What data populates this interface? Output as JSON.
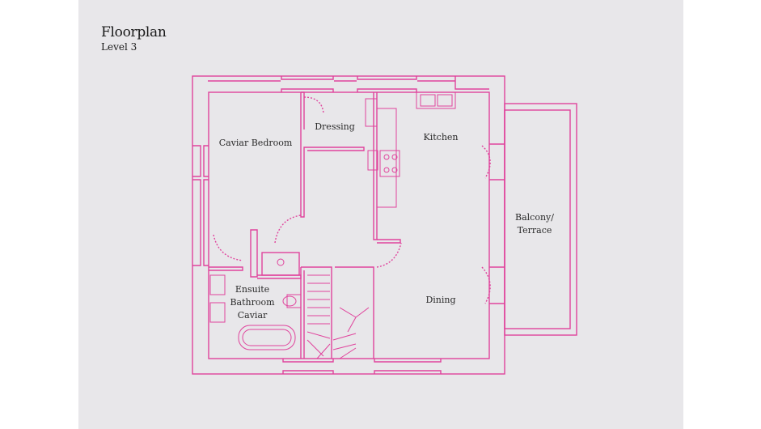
{
  "header": {
    "title": "Floorplan",
    "level": "Level 3"
  },
  "colors": {
    "wall": "#e0439c",
    "fill": "#e8e7ea",
    "panel": "#e8e7ea",
    "text": "#1a1a1a"
  },
  "rooms": {
    "caviar_bedroom": "Caviar Bedroom",
    "dressing": "Dressing",
    "kitchen": "Kitchen",
    "balcony_line1": "Balcony/",
    "balcony_line2": "Terrace",
    "ensuite_line1": "Ensuite",
    "ensuite_line2": "Bathroom",
    "ensuite_line3": "Caviar",
    "dining": "Dining"
  }
}
